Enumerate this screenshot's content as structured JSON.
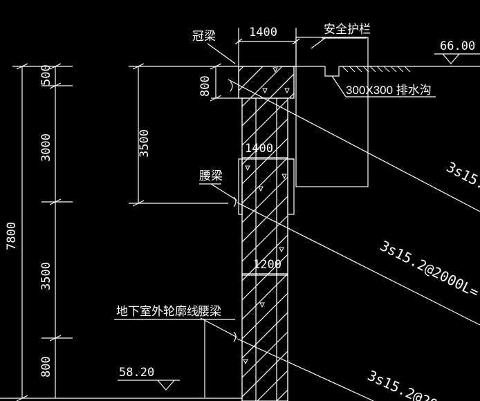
{
  "drawing": {
    "background": "#000000",
    "line_color": "#ffffff",
    "labels": {
      "crown_beam": "冠梁",
      "safety_rail": "安全护栏",
      "waist_beam_upper": "腰梁",
      "waist_beam_lower": "腰梁",
      "drainage_ditch": "300X300 排水沟",
      "basement_outline": "地下室外轮廓线"
    },
    "dimensions": {
      "top_width": "1400",
      "mid_width": "1400",
      "pile_width": "1200",
      "crown_height": "800",
      "segment_3500_a": "3500",
      "total_height": "7800",
      "left_500": "500",
      "left_3000": "3000",
      "left_3500": "3500",
      "left_800": "800"
    },
    "elevations": {
      "top": "66.00",
      "bottom": "58.20"
    },
    "anchors": {
      "anchor_1": "3s15.",
      "anchor_2": "3s15.2@2000L=",
      "anchor_3": "3s15.2@20"
    }
  }
}
